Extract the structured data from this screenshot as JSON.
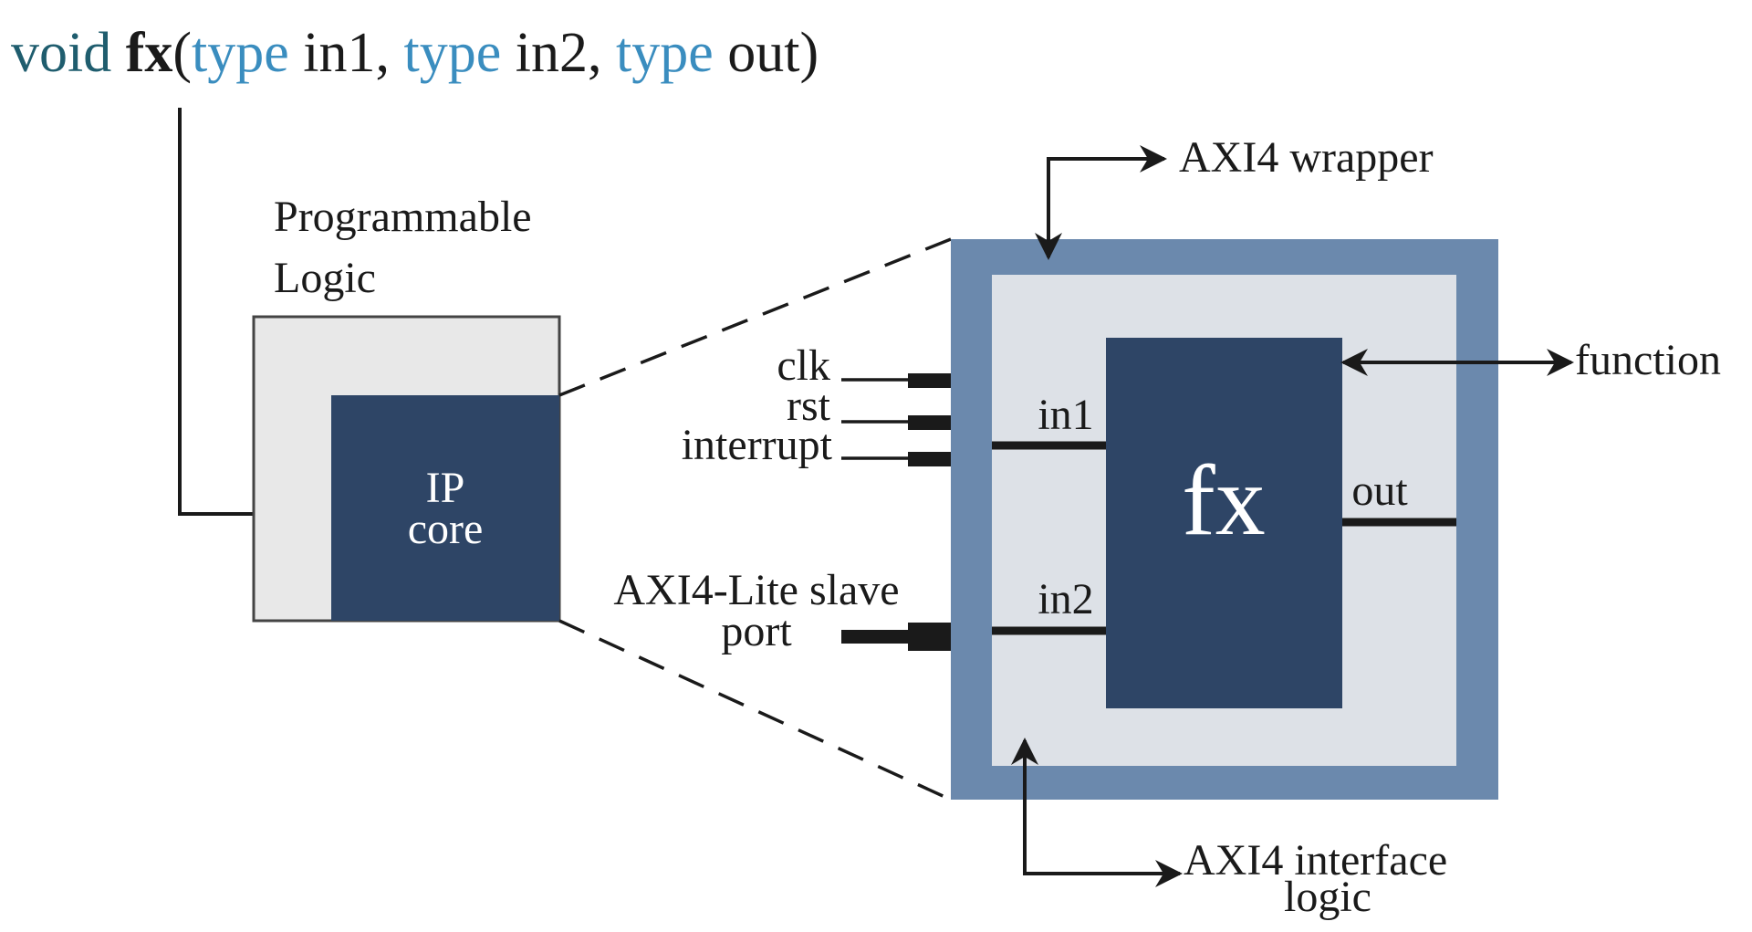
{
  "signature": {
    "return_type": "void",
    "function_name": "fx",
    "open_paren": "(",
    "type_kw": "type",
    "params": [
      "in1",
      "in2",
      "out"
    ],
    "comma": ",",
    "close_paren": ")"
  },
  "programmable_logic": {
    "label_line1": "Programmable",
    "label_line2": "Logic",
    "ip_core_line1": "IP",
    "ip_core_line2": "core"
  },
  "wrapper": {
    "axi4_wrapper_label": "AXI4 wrapper",
    "function_label": "function",
    "interface_logic_line1": "AXI4 interface",
    "interface_logic_line2": "logic",
    "control_ports": [
      "clk",
      "rst",
      "interrupt"
    ],
    "slave_port_line1": "AXI4-Lite slave",
    "slave_port_line2": "port"
  },
  "fx_block": {
    "name": "fx",
    "in1_label": "in1",
    "in2_label": "in2",
    "out_label": "out"
  },
  "colors": {
    "keyword_teal": "#1f5d6e",
    "type_blue": "#3a8dbf",
    "dark_text": "#1a1a1a",
    "ip_core_fill": "#2e4566",
    "outer_wrapper_fill": "#6b89ad",
    "inner_wrapper_fill": "#dde1e7",
    "pl_box_fill": "#e8e8e8"
  }
}
